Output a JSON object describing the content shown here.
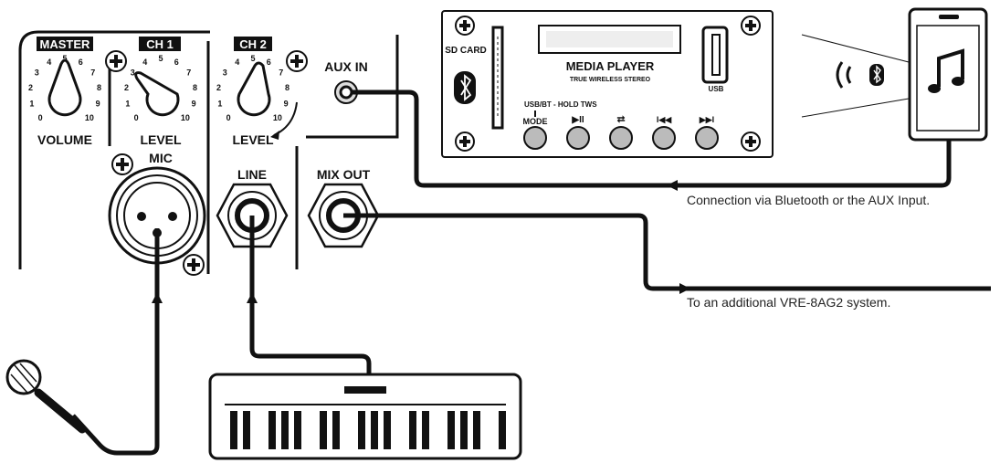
{
  "mixer": {
    "master_tag": "MASTER",
    "ch1_tag": "CH 1",
    "ch2_tag": "CH 2",
    "volume_label": "VOLUME",
    "level_label_ch1": "LEVEL",
    "level_label_ch2": "LEVEL",
    "mic_label": "MIC",
    "line_label": "LINE",
    "aux_in_label": "AUX IN",
    "mix_out_label": "MIX OUT",
    "knob_ticks": [
      "0",
      "1",
      "2",
      "3",
      "4",
      "5",
      "6",
      "7",
      "8",
      "9",
      "10"
    ]
  },
  "media_player": {
    "sd_card_label": "SD CARD",
    "title": "MEDIA PLAYER",
    "subtitle": "TRUE WIRELESS STEREO",
    "usb_label": "USB",
    "tws_hint": "USB/BT - HOLD TWS",
    "mode_label": "MODE",
    "play_pause_symbol": "▶II",
    "repeat_symbol": "⮂",
    "prev_symbol": "I◀◀",
    "next_symbol": "▶▶I"
  },
  "annotations": {
    "bluetooth_note": "Connection via Bluetooth or the AUX Input.",
    "mixout_note": "To an additional VRE-8AG2 system."
  },
  "icons": {
    "bluetooth": "bluetooth-icon",
    "wireless": "wireless-waves-icon",
    "music": "music-note-icon",
    "microphone": "microphone-icon",
    "keyboard": "keyboard-icon"
  }
}
